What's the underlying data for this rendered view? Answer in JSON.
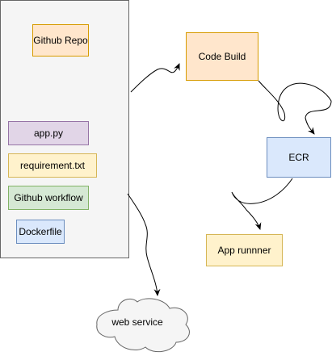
{
  "nodes": {
    "github_repo": {
      "label": "Github Repo",
      "fill": "#ffe6cc",
      "stroke": "#d79b00"
    },
    "app_py": {
      "label": "app.py",
      "fill": "#e1d5e7",
      "stroke": "#9673a6"
    },
    "requirement": {
      "label": "requirement.txt",
      "fill": "#fff2cc",
      "stroke": "#d6b656"
    },
    "github_workflow": {
      "label": "Github workflow",
      "fill": "#d5e8d4",
      "stroke": "#82b366"
    },
    "dockerfile": {
      "label": "Dockerfile",
      "fill": "#dae8fc",
      "stroke": "#6c8ebf"
    },
    "code_build": {
      "label": "Code Build",
      "fill": "#ffe6cc",
      "stroke": "#d79b00"
    },
    "ecr": {
      "label": "ECR",
      "fill": "#dae8fc",
      "stroke": "#6c8ebf"
    },
    "app_runner": {
      "label": "App runnner",
      "fill": "#fff2cc",
      "stroke": "#d6b656"
    },
    "web_service": {
      "label": "web service",
      "fill": "#f5f5f5",
      "stroke": "#666666"
    }
  },
  "container": {
    "fill": "#f5f5f5",
    "stroke": "#666666"
  },
  "edge_color": "#000000"
}
